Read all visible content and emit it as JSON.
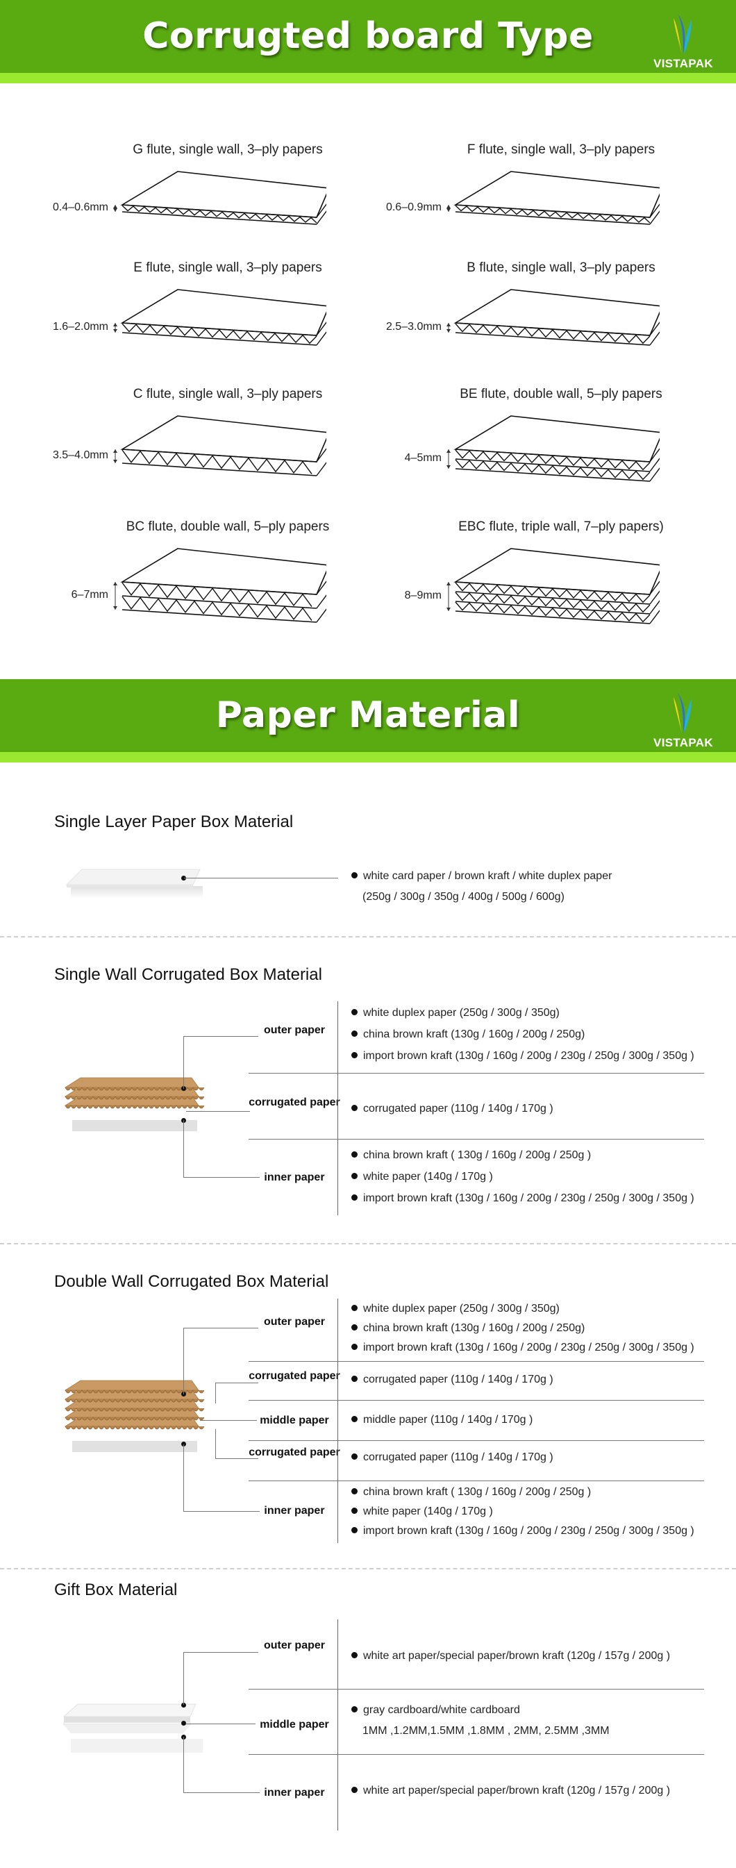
{
  "banner1": {
    "title": "Corrugted board Type",
    "logo": "VISTAPAK"
  },
  "flutes": [
    {
      "label": "G flute, single wall, 3–ply papers",
      "thickness": "0.4–0.6mm",
      "walls": 1,
      "wave": "small"
    },
    {
      "label": "F flute, single wall, 3–ply papers",
      "thickness": "0.6–0.9mm",
      "walls": 1,
      "wave": "small"
    },
    {
      "label": "E flute, single wall, 3–ply papers",
      "thickness": "1.6–2.0mm",
      "walls": 1,
      "wave": "medium"
    },
    {
      "label": "B flute, single wall, 3–ply papers",
      "thickness": "2.5–3.0mm",
      "walls": 1,
      "wave": "medium"
    },
    {
      "label": "C flute, single wall, 3–ply papers",
      "thickness": "3.5–4.0mm",
      "walls": 1,
      "wave": "large"
    },
    {
      "label": "BE flute, double wall, 5–ply papers",
      "thickness": "4–5mm",
      "walls": 2,
      "wave": "medium"
    },
    {
      "label": "BC flute, double wall, 5–ply papers",
      "thickness": "6–7mm",
      "walls": 2,
      "wave": "large"
    },
    {
      "label": "EBC flute, triple wall, 7–ply papers)",
      "thickness": "8–9mm",
      "walls": 3,
      "wave": "medium"
    }
  ],
  "banner2": {
    "title": "Paper Material",
    "logo": "VISTAPAK"
  },
  "single_layer": {
    "title": "Single Layer Paper Box Material",
    "bullet": "white card paper / brown kraft / white duplex paper",
    "weights": "(250g / 300g / 350g / 400g / 500g / 600g)"
  },
  "single_wall": {
    "title": "Single Wall Corrugated Box Material",
    "outer_label": "outer paper",
    "outer": [
      "white duplex paper (250g / 300g / 350g)",
      "china brown kraft (130g / 160g / 200g / 250g)",
      "import brown kraft (130g / 160g / 200g / 230g / 250g / 300g / 350g )"
    ],
    "corrugated_label": "corrugated paper",
    "corrugated": [
      "corrugated paper (110g / 140g / 170g )"
    ],
    "inner_label": "inner paper",
    "inner": [
      "china brown kraft ( 130g / 160g / 200g / 250g )",
      "white paper (140g / 170g )",
      "import brown kraft (130g / 160g / 200g / 230g / 250g / 300g / 350g )"
    ]
  },
  "double_wall": {
    "title": "Double Wall Corrugated Box Material",
    "outer_label": "outer paper",
    "outer": [
      "white duplex paper (250g / 300g / 350g)",
      "china brown kraft (130g / 160g / 200g / 250g)",
      "import brown kraft (130g / 160g / 200g / 230g / 250g / 300g / 350g )"
    ],
    "corrugated1_label": "corrugated paper",
    "corrugated1": [
      "corrugated paper (110g / 140g / 170g )"
    ],
    "middle_label": "middle paper",
    "middle": [
      "middle paper (110g / 140g / 170g )"
    ],
    "corrugated2_label": "corrugated paper",
    "corrugated2": [
      "corrugated paper (110g / 140g / 170g )"
    ],
    "inner_label": "inner paper",
    "inner": [
      "china brown kraft ( 130g / 160g / 200g / 250g )",
      "white paper (140g / 170g )",
      "import brown kraft (130g / 160g / 200g / 230g / 250g / 300g / 350g )"
    ]
  },
  "gift_box": {
    "title": "Gift Box Material",
    "outer_label": "outer paper",
    "outer": [
      "white art paper/special paper/brown kraft  (120g / 157g / 200g )"
    ],
    "middle_label": "middle paper",
    "middle": [
      "gray cardboard/white cardboard"
    ],
    "middle_sizes": "1MM ,1.2MM,1.5MM  ,1.8MM , 2MM, 2.5MM ,3MM",
    "inner_label": "inner paper",
    "inner": [
      "white art paper/special paper/brown kraft (120g / 157g / 200g )"
    ]
  },
  "colors": {
    "banner_green": "#5aaa12",
    "stripe_green": "#9be830",
    "kraft": "#c99a63"
  },
  "icons": [
    "vistapak-logo-icon"
  ]
}
